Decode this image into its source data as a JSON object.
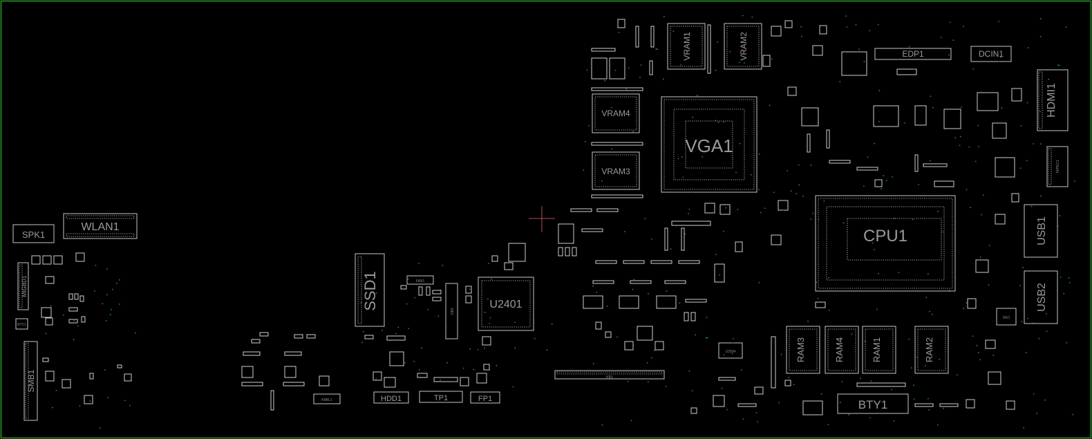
{
  "board": {
    "border_color": "#1e7d1e",
    "background": "#000000",
    "trace_color": "#d0d0d0",
    "via_color": "#1f8f7a",
    "label_color": "#9a9a9a"
  },
  "components": {
    "spk1": "SPK1",
    "wlan1": "WLAN1",
    "migbd1": "MIGBD1",
    "smb1": "SMB1",
    "kbbl1": "KBBL1",
    "ssd1": "SSD1",
    "fan1": "FAN1",
    "db1": "DB1",
    "u2401": "U2401",
    "hdd1": "HDD1",
    "tp1": "TP1",
    "fp1": "FP1",
    "kb1": "KB1",
    "vram1": "VRAM1",
    "vram2": "VRAM2",
    "vram3": "VRAM3",
    "vram4": "VRAM4",
    "vga1": "VGA1",
    "edp1": "EDP1",
    "dcin1": "DCIN1",
    "hdmi1": "HDMI1",
    "typec1": "TYPEC1",
    "cpu1": "CPU1",
    "usb1": "USB1",
    "usb2": "USB2",
    "sw1": "SW1",
    "u2504": "U2504",
    "ram1": "RAM1",
    "ram2": "RAM2",
    "ram3": "RAM3",
    "ram4": "RAM4",
    "bty1": "BTY1",
    "rtc1": "RTC1"
  }
}
